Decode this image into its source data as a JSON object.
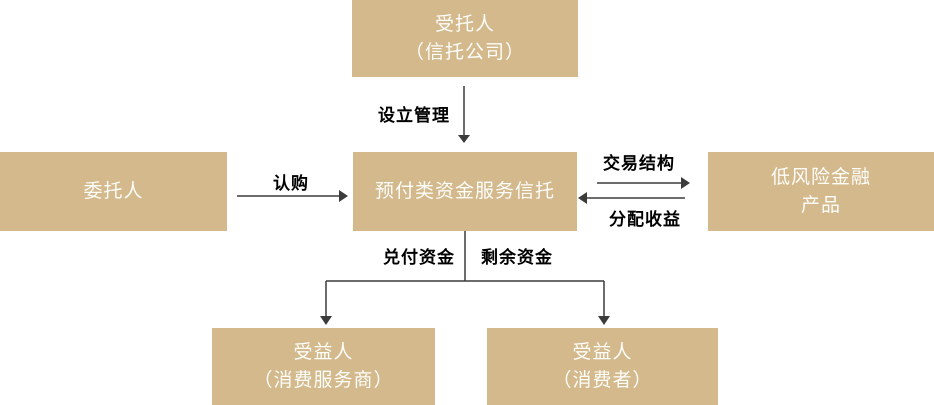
{
  "colors": {
    "box_fill": "#d3b98c",
    "box_text": "#fdfdfa",
    "line": "#3b3b3b",
    "edge_label_text": "#000000",
    "background": "#ffffff"
  },
  "diagram": {
    "nodes": {
      "trustee": {
        "line1": "受托人",
        "line2": "（信托公司）"
      },
      "settlor": {
        "label": "委托人"
      },
      "trust": {
        "label": "预付类资金服务信托"
      },
      "product": {
        "line1": "低风险金融",
        "line2": "产品"
      },
      "beneficiary_provider": {
        "line1": "受益人",
        "line2": "（消费服务商）"
      },
      "beneficiary_consumer": {
        "line1": "受益人",
        "line2": "（消费者）"
      }
    },
    "edge_labels": {
      "establish": "设立管理",
      "subscribe": "认购",
      "invest": "交易结构",
      "distribute": "分配收益",
      "redeem": "兑付资金",
      "remainder": "剩余资金"
    }
  }
}
